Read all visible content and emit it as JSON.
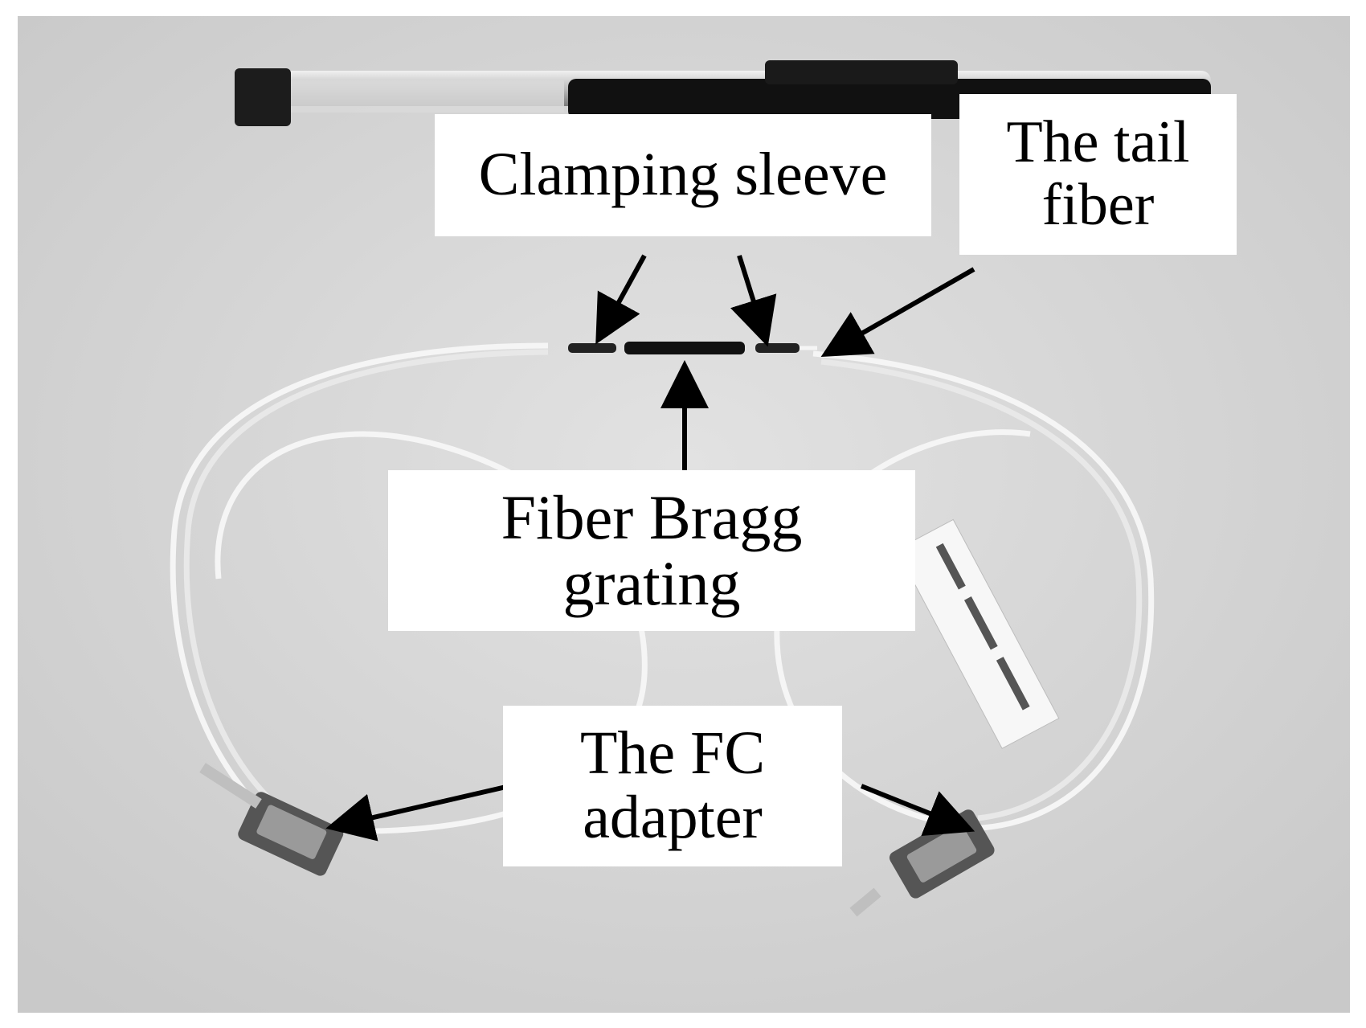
{
  "colors": {
    "background": "#d9d9d9",
    "label_box": "#ffffff",
    "label_text": "#000000",
    "arrow": "#000000"
  },
  "labels": {
    "clamping_sleeve": "Clamping sleeve",
    "tail_fiber_line1": "The tail",
    "tail_fiber_line2": "fiber",
    "fbg_line1": "Fiber Bragg",
    "fbg_line2": "grating",
    "fc_line1": "The FC",
    "fc_line2": "adapter"
  }
}
